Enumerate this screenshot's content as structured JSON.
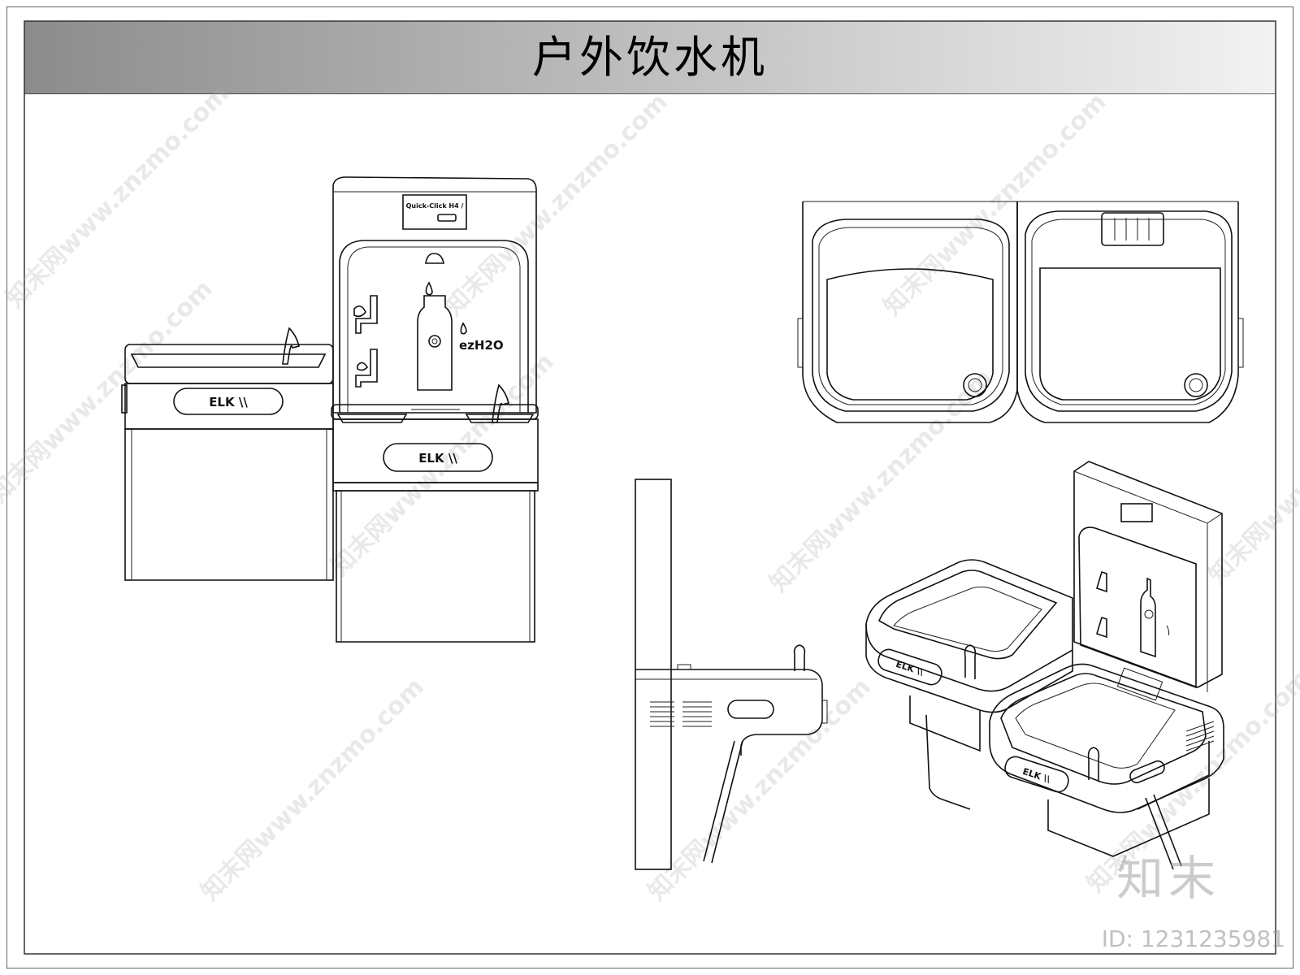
{
  "title": "户外饮水机",
  "fountain_brand_label": "ELK \\\\",
  "bottle_filler_label": "ezH2O",
  "display_label": "Quick-Click H4 /",
  "watermark": {
    "site_text": "知末网www.znzmo.com",
    "logo_text": "知末",
    "id_text": "ID: 1231235981"
  },
  "colors": {
    "title_band_dark": "#8c8c8c",
    "title_band_light": "#f2f2f2",
    "line": "#111111",
    "watermark": "#afafaf"
  }
}
